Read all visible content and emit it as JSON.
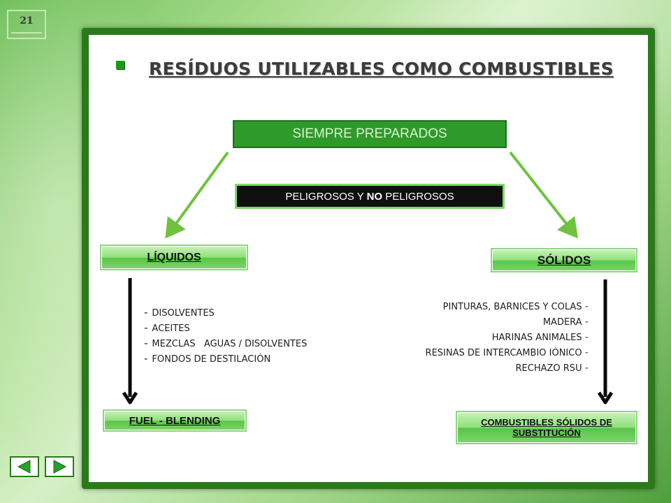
{
  "page_number": "21",
  "title": "RESÍDUOS UTILIZABLES COMO COMBUSTIBLES",
  "top_box": "SIEMPRE PREPARADOS",
  "middle_box": {
    "before": "PELIGROSOS Y ",
    "emphasis": "NO",
    "after": " PELIGROSOS"
  },
  "left_category": "LÍQUIDOS",
  "right_category": "SÓLIDOS",
  "liquids_items": [
    "DISOLVENTES",
    "ACEITES",
    "MEZCLAS   AGUAS / DISOLVENTES",
    "FONDOS DE DESTILACIÓN"
  ],
  "solids_items": [
    "PINTURAS, BARNICES Y COLAS",
    "MADERA",
    "HARINAS ANIMALES",
    "RESINAS DE INTERCAMBIO IÓNICO",
    "RECHAZO RSU"
  ],
  "left_result": "FUEL - BLENDING",
  "right_result": {
    "line1": "COMBUSTIBLES SÓLIDOS DE",
    "line2": "SUBSTITUCIÓN"
  },
  "dash": "-",
  "colors": {
    "frame": "#2a7a1a",
    "accent": "#6fc23e",
    "bullet": "#1a9a1a"
  },
  "nav": {
    "prev_icon": "left-arrow-icon",
    "next_icon": "right-arrow-icon"
  }
}
